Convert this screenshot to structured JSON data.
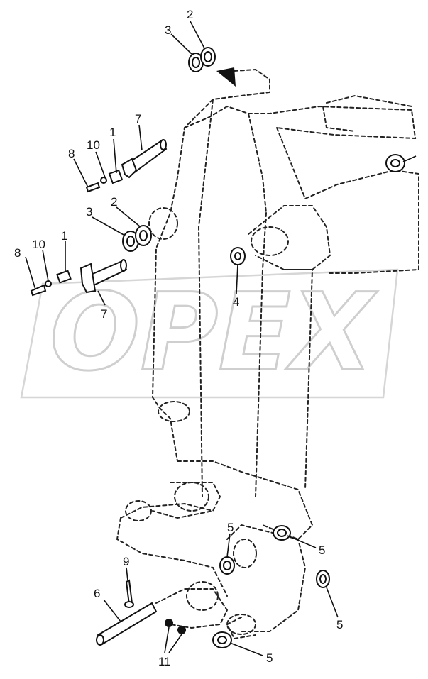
{
  "watermark": {
    "text": "OPEX"
  },
  "callouts": [
    {
      "id": "c-2-top",
      "text": "2"
    },
    {
      "id": "c-3-top",
      "text": "3"
    },
    {
      "id": "c-7-upper",
      "text": "7"
    },
    {
      "id": "c-10-upper",
      "text": "10"
    },
    {
      "id": "c-1-upper",
      "text": "1"
    },
    {
      "id": "c-8-upper",
      "text": "8"
    },
    {
      "id": "c-2-mid",
      "text": "2"
    },
    {
      "id": "c-3-mid",
      "text": "3"
    },
    {
      "id": "c-10-lower",
      "text": "10"
    },
    {
      "id": "c-1-lower",
      "text": "1"
    },
    {
      "id": "c-8-lower",
      "text": "8"
    },
    {
      "id": "c-7-lower",
      "text": "7"
    },
    {
      "id": "c-4",
      "text": "4"
    },
    {
      "id": "c-5-a",
      "text": "5"
    },
    {
      "id": "c-5-b",
      "text": "5"
    },
    {
      "id": "c-5-c",
      "text": "5"
    },
    {
      "id": "c-5-d",
      "text": "5"
    },
    {
      "id": "c-9",
      "text": "9"
    },
    {
      "id": "c-6",
      "text": "6"
    },
    {
      "id": "c-11",
      "text": "11"
    }
  ]
}
